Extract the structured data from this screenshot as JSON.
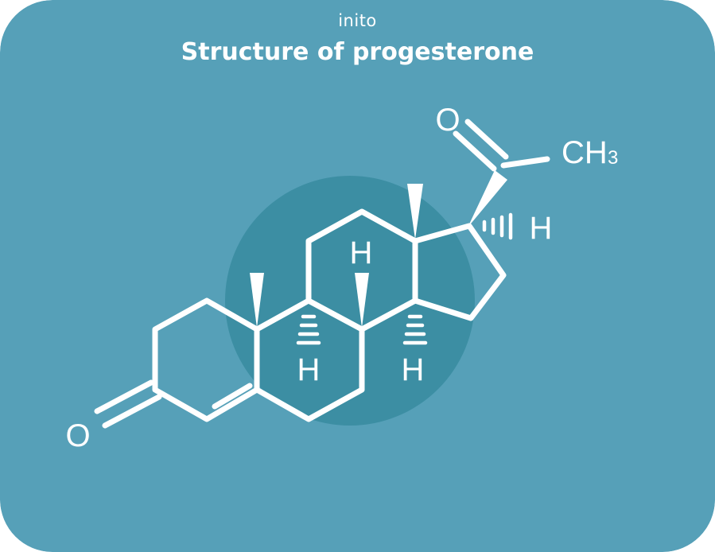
{
  "brand": "inito",
  "title": "Structure of progesterone",
  "atoms": {
    "oxygen_ketone": "O",
    "oxygen_acetyl": "O",
    "methyl_c": "CH",
    "methyl_sub": "3",
    "h_top": "H",
    "h_right": "H",
    "h_left_bottom": "H",
    "h_mid_bottom": "H"
  },
  "colors": {
    "background": "#56a0b8",
    "highlight": "#3c8ea3",
    "foreground": "#ffffff"
  }
}
